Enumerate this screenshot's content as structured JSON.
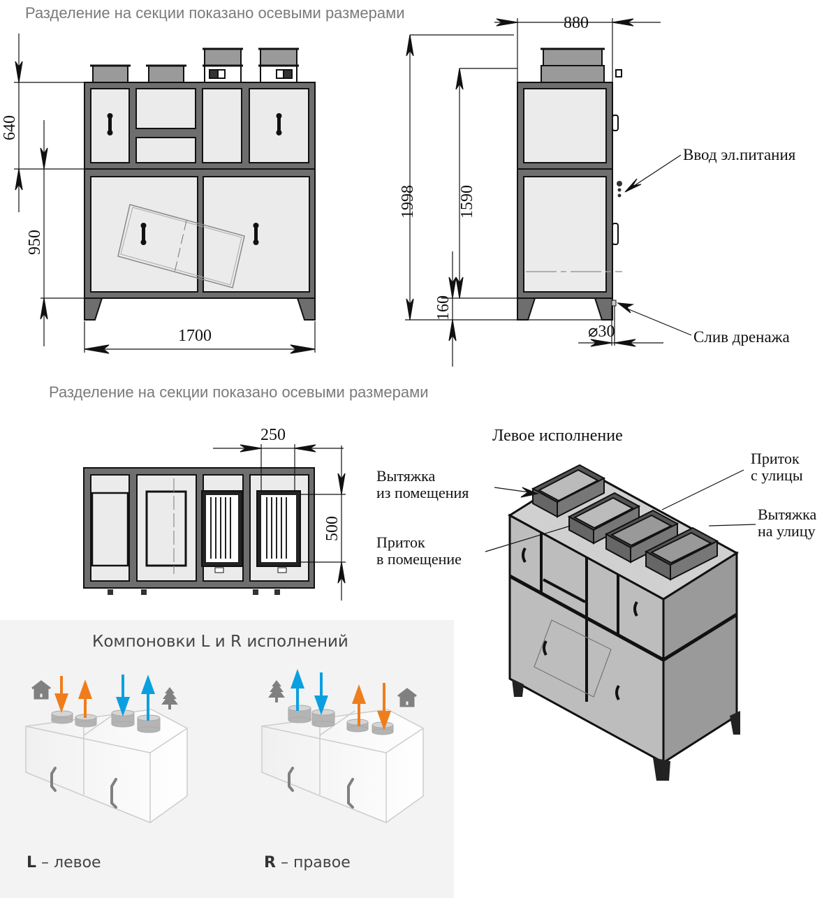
{
  "notes": {
    "section_note_top": "Разделение на секции показано осевыми размерами",
    "section_note_middle": "Разделение на секции показано осевыми размерами"
  },
  "front_view": {
    "dimensions": {
      "upper_height": "640",
      "lower_height": "950",
      "width": "1700"
    }
  },
  "side_view": {
    "dimensions": {
      "depth": "880",
      "total_height": "1998",
      "body_height": "1590",
      "leg_height": "160",
      "drain_diameter": "30",
      "diameter_symbol": "⌀"
    },
    "callouts": {
      "power_input": "Ввод эл.питания",
      "drain": "Слив дренажа"
    }
  },
  "top_view": {
    "dimensions": {
      "duct_width": "250",
      "duct_length": "500"
    }
  },
  "iso_view": {
    "title": "Левое исполнение",
    "callouts": {
      "exhaust_from_room_line1": "Вытяжка",
      "exhaust_from_room_line2": "из помещения",
      "supply_to_room_line1": "Приток",
      "supply_to_room_line2": "в помещение",
      "supply_from_street_line1": "Приток",
      "supply_from_street_line2": "с улицы",
      "exhaust_to_street_line1": "Вытяжка",
      "exhaust_to_street_line2": "на улицу"
    }
  },
  "layouts_panel": {
    "title": "Компоновки L и R исполнений",
    "colors": {
      "warm_arrow": "#ef7d1b",
      "cold_arrow": "#0aa0e0",
      "icon_gray": "#808080",
      "panel_bg": "#f3f3f3"
    },
    "left": {
      "letter": "L",
      "caption": " – левое",
      "icons": [
        "house-icon",
        "tree-icon"
      ]
    },
    "right": {
      "letter": "R",
      "caption": " – правое",
      "icons": [
        "tree-icon",
        "house-icon"
      ]
    }
  }
}
